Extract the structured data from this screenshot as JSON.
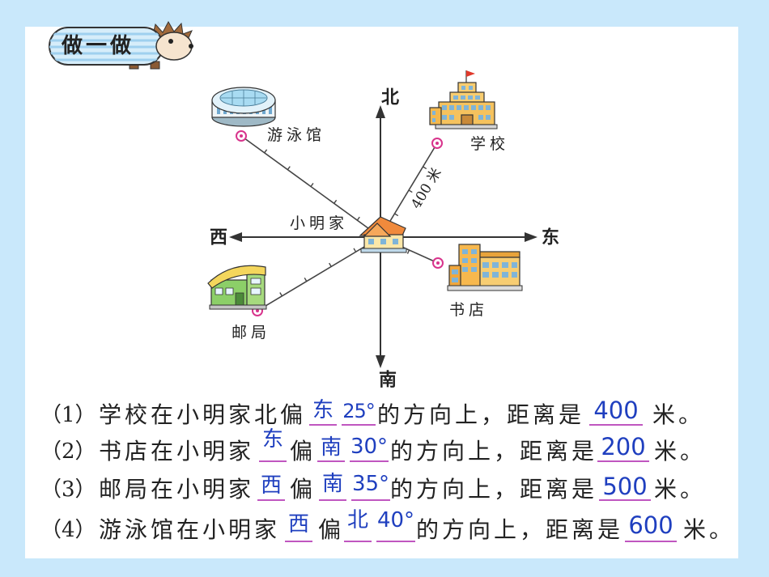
{
  "badge": {
    "label": "做一做"
  },
  "compass": {
    "north": "北",
    "south": "南",
    "west": "西",
    "east": "东"
  },
  "places": {
    "home": "小明家",
    "swimming_pool": "游泳馆",
    "school": "学校",
    "bookstore": "书店",
    "post_office": "邮局"
  },
  "school_distance_label": "400 米",
  "icons": {
    "badge_mascot": "hedgehog-icon",
    "home": "house-icon",
    "swimming_pool": "swimming-pool-building-icon",
    "school": "school-building-icon",
    "bookstore": "bookstore-building-icon",
    "post_office": "post-office-building-icon",
    "location_marker": "location-marker-icon"
  },
  "colors": {
    "background": "#c9e8fb",
    "answer": "#1f3fbf",
    "blank_underline": "#c056c0",
    "location_marker": "#d8348c"
  },
  "questions": [
    {
      "number": "（1）",
      "text_before": "学校在小明家北偏",
      "direction_1": "东",
      "angle": "25°",
      "text_middle": "的方向上，距离是",
      "distance": "400",
      "text_after": "米。"
    },
    {
      "number": "（2）",
      "text_before": "书店在小明家",
      "direction_1": "东",
      "connector": "偏",
      "direction_2": "南",
      "angle": "30°",
      "text_middle": "的方向上，距离是",
      "distance": "200",
      "text_after": "米。"
    },
    {
      "number": "（3）",
      "text_before": "邮局在小明家",
      "direction_1": "西",
      "connector": "偏",
      "direction_2": "南",
      "angle": "35°",
      "text_middle": "的方向上，距离是",
      "distance": "500",
      "text_after": "米。"
    },
    {
      "number": "（4）",
      "text_before": "游泳馆在小明家",
      "direction_1": "西",
      "connector": "偏",
      "direction_2": "北",
      "angle": "40°",
      "text_middle": "的方向上，距离是",
      "distance": "600",
      "text_after": "米。"
    }
  ]
}
